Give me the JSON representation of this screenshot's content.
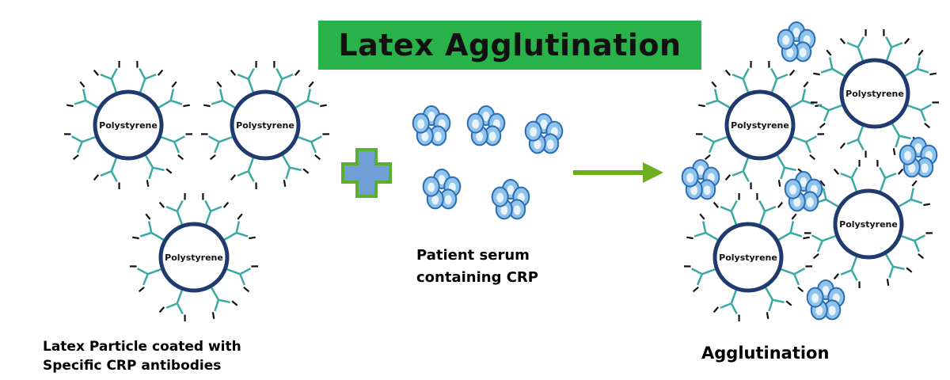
{
  "title": "Latex Agglutination",
  "particle_label": "Polystyrene",
  "captions": {
    "latex_line1": "Latex Particle coated with",
    "latex_line2": "Specific CRP antibodies",
    "serum_line1": "Patient serum",
    "serum_line2": "containing CRP",
    "agglutination": "Agglutination"
  },
  "colors": {
    "title_bg": "#2ab24a",
    "particle_ring": "#1e3a6e",
    "antibody_arm": "#3aa9a4",
    "antibody_tip": "#111111",
    "crp_fill": "#8fc3ea",
    "crp_stroke": "#2a6db5",
    "plus_fill": "#6f9fd4",
    "plus_border": "#57b030",
    "arrow": "#6cae1e"
  },
  "icons": {
    "plus": "plus-icon",
    "arrow": "right-arrow-icon"
  }
}
